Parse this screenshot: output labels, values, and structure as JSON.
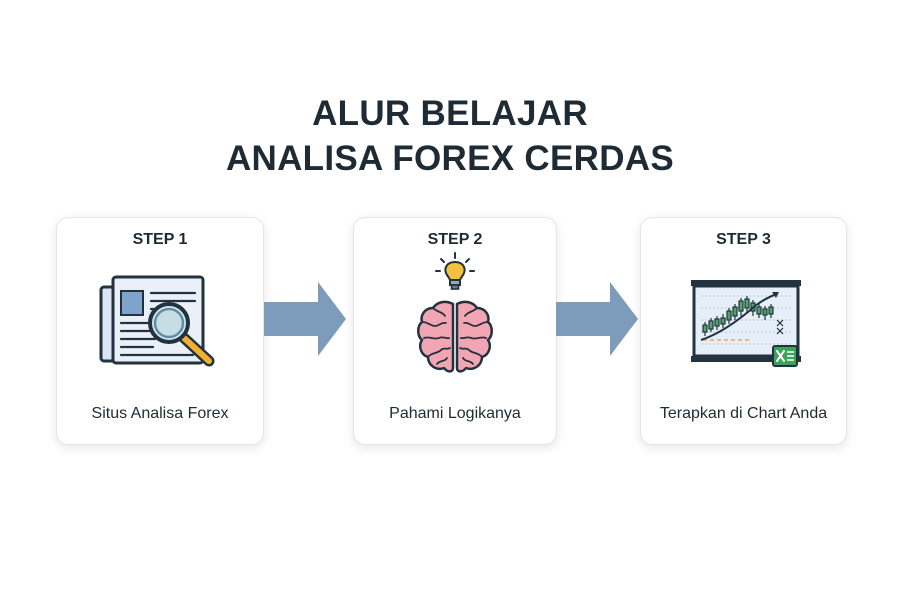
{
  "title": {
    "line1": "ALUR BELAJAR",
    "line2": "ANALISA FOREX CERDAS"
  },
  "steps": [
    {
      "label": "STEP 1",
      "caption": "Situs Analisa Forex",
      "icon": "newspaper-magnifier-icon"
    },
    {
      "label": "STEP 2",
      "caption": "Pahami Logikanya",
      "icon": "brain-lightbulb-icon"
    },
    {
      "label": "STEP 3",
      "caption": "Terapkan di Chart Anda",
      "icon": "chart-board-icon"
    }
  ],
  "colors": {
    "text": "#1e2b34",
    "arrow": "#7d9cbc",
    "card_border": "#e3e6ea",
    "brain": "#f2a6b4",
    "bulb": "#f5c33b",
    "magnifier": "#f2b02e",
    "spreadsheet": "#3aa45b"
  }
}
